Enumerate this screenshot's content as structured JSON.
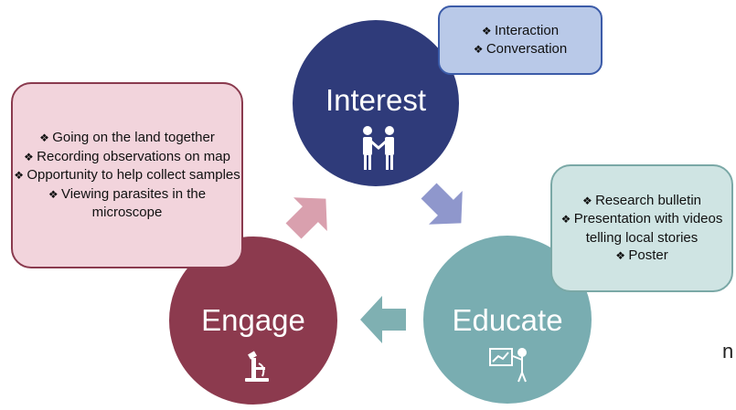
{
  "nodes": {
    "interest": {
      "label": "Interest",
      "color": "#2f3b7a",
      "icon": "handshake-icon"
    },
    "educate": {
      "label": "Educate",
      "color": "#79adb1",
      "icon": "presentation-icon"
    },
    "engage": {
      "label": "Engage",
      "color": "#8c3a4e",
      "icon": "microscope-icon"
    }
  },
  "callouts": {
    "interest": {
      "items": [
        "Interaction",
        "Conversation"
      ],
      "colors": {
        "fill": "#b9c9e8",
        "border": "#3b5ba8"
      }
    },
    "engage": {
      "items": [
        "Going on the land together",
        "Recording observations on map",
        "Opportunity to help collect samples",
        "Viewing parasites in the microscope"
      ],
      "colors": {
        "fill": "#f2d4dc",
        "border": "#8a3a4e"
      }
    },
    "educate": {
      "items": [
        "Research bulletin",
        "Presentation with videos telling local stories",
        "Poster"
      ],
      "colors": {
        "fill": "#cfe4e3",
        "border": "#7aa8a6"
      }
    }
  },
  "arrows": {
    "interest_to_educate": {
      "color": "#8f97cc"
    },
    "educate_to_engage": {
      "color": "#7fb0b2"
    },
    "engage_to_interest": {
      "color": "#d9a0ae"
    }
  },
  "stray_text": "n"
}
